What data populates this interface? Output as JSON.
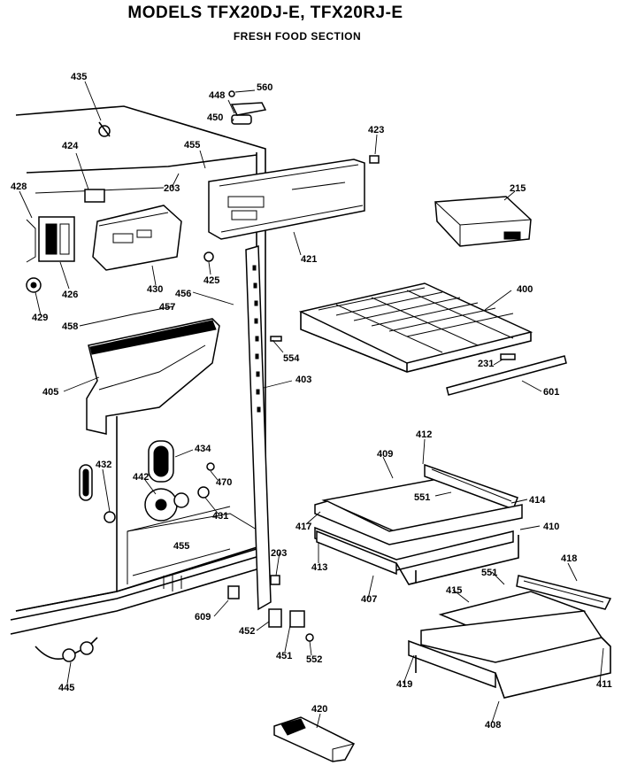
{
  "title": "MODELS TFX20DJ-E, TFX20RJ-E",
  "subtitle": "FRESH FOOD SECTION",
  "callouts": [
    {
      "id": "435",
      "text": "435"
    },
    {
      "id": "448",
      "text": "448"
    },
    {
      "id": "560",
      "text": "560"
    },
    {
      "id": "450",
      "text": "450"
    },
    {
      "id": "423",
      "text": "423"
    },
    {
      "id": "424",
      "text": "424"
    },
    {
      "id": "455a",
      "text": "455"
    },
    {
      "id": "203a",
      "text": "203"
    },
    {
      "id": "428",
      "text": "428"
    },
    {
      "id": "215",
      "text": "215"
    },
    {
      "id": "426",
      "text": "426"
    },
    {
      "id": "430",
      "text": "430"
    },
    {
      "id": "425",
      "text": "425"
    },
    {
      "id": "421",
      "text": "421"
    },
    {
      "id": "400",
      "text": "400"
    },
    {
      "id": "429",
      "text": "429"
    },
    {
      "id": "456",
      "text": "456"
    },
    {
      "id": "457",
      "text": "457"
    },
    {
      "id": "458",
      "text": "458"
    },
    {
      "id": "554",
      "text": "554"
    },
    {
      "id": "231",
      "text": "231"
    },
    {
      "id": "405",
      "text": "405"
    },
    {
      "id": "403",
      "text": "403"
    },
    {
      "id": "601",
      "text": "601"
    },
    {
      "id": "412",
      "text": "412"
    },
    {
      "id": "434",
      "text": "434"
    },
    {
      "id": "409",
      "text": "409"
    },
    {
      "id": "432",
      "text": "432"
    },
    {
      "id": "470",
      "text": "470"
    },
    {
      "id": "442",
      "text": "442"
    },
    {
      "id": "551a",
      "text": "551"
    },
    {
      "id": "414",
      "text": "414"
    },
    {
      "id": "431",
      "text": "431"
    },
    {
      "id": "417",
      "text": "417"
    },
    {
      "id": "410",
      "text": "410"
    },
    {
      "id": "455b",
      "text": "455"
    },
    {
      "id": "203b",
      "text": "203"
    },
    {
      "id": "413",
      "text": "413"
    },
    {
      "id": "418",
      "text": "418"
    },
    {
      "id": "551b",
      "text": "551"
    },
    {
      "id": "407",
      "text": "407"
    },
    {
      "id": "415",
      "text": "415"
    },
    {
      "id": "609",
      "text": "609"
    },
    {
      "id": "452",
      "text": "452"
    },
    {
      "id": "451",
      "text": "451"
    },
    {
      "id": "552",
      "text": "552"
    },
    {
      "id": "419",
      "text": "419"
    },
    {
      "id": "411",
      "text": "411"
    },
    {
      "id": "445",
      "text": "445"
    },
    {
      "id": "408",
      "text": "408"
    },
    {
      "id": "420",
      "text": "420"
    }
  ]
}
